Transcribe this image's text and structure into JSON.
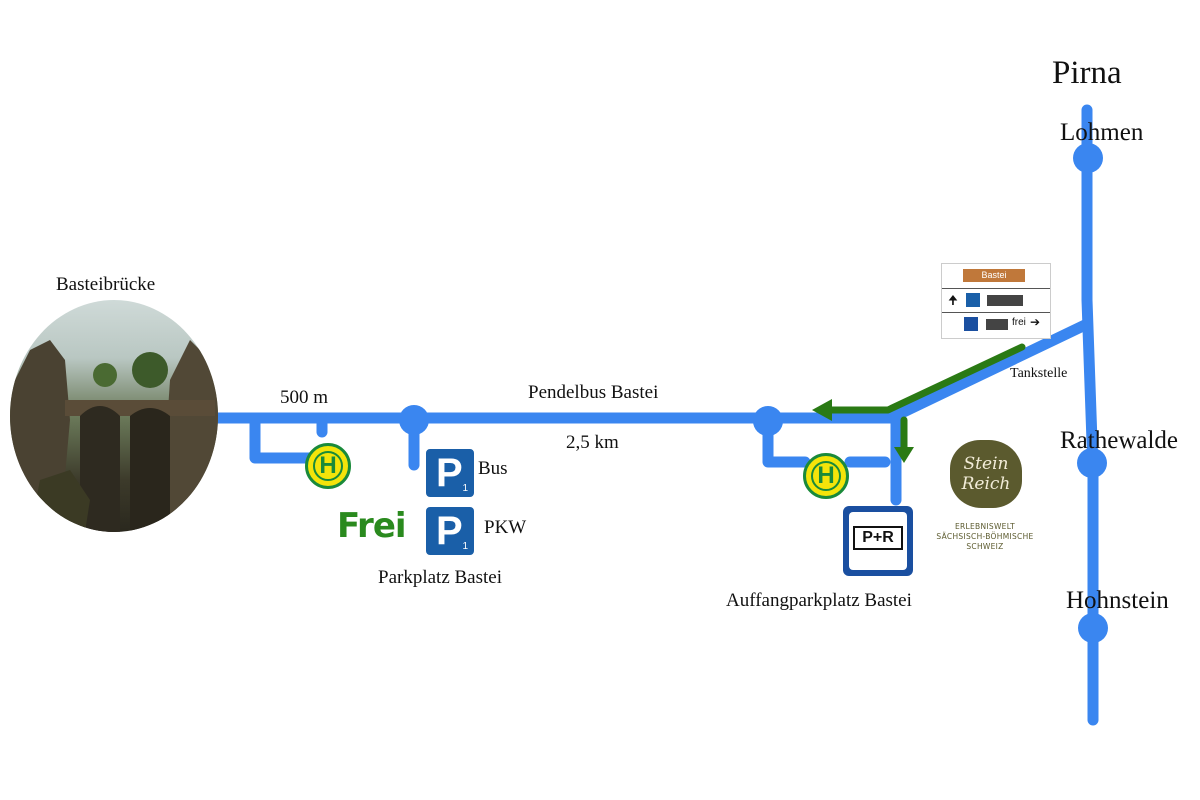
{
  "towns": {
    "pirna": "Pirna",
    "lohmen": "Lohmen",
    "rathewalde": "Rathewalde",
    "hohnstein": "Hohnstein"
  },
  "labels": {
    "basteibruecke": "Basteibrücke",
    "distance_walk": "500 m",
    "shuttle": "Pendelbus Bastei",
    "distance_shuttle": "2,5 km",
    "parkplatz": "Parkplatz Bastei",
    "bus": "Bus",
    "pkw": "PKW",
    "frei": "Frei",
    "auffang": "Auffangparkplatz Bastei",
    "tankstelle": "Tankstelle"
  },
  "signs": {
    "bus_stop_letter": "H",
    "parking_letter": "P",
    "parking_number": "1",
    "park_ride": "P+R"
  },
  "road_sign": {
    "title": "Bastei",
    "row1_arrow": "🠉",
    "row2_text": "frei",
    "row2_arrow": "➔"
  },
  "logo": {
    "line1": "Stein",
    "line2": "Reich",
    "subtitle1": "ERLEBNISWELT",
    "subtitle2": "SÄCHSISCH-BÖHMISCHE",
    "subtitle3": "SCHWEIZ"
  },
  "colors": {
    "road": "#3a86f0",
    "route": "#2a7a14",
    "bus_sign": "#f4e40a",
    "parking": "#1a5fa8"
  }
}
